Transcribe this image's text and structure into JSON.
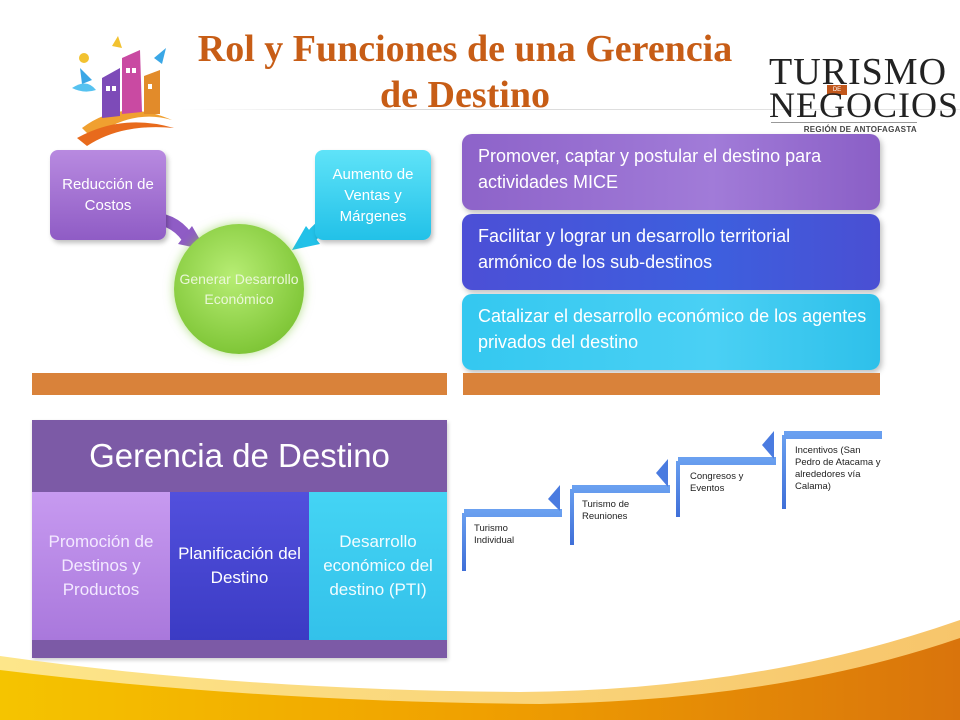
{
  "header": {
    "title_line1": "Rol y Funciones de una Gerencia",
    "title_line2": "de Destino",
    "brand_word1": "TURISMO",
    "brand_de": "DE",
    "brand_word2": "NEGOCIOS",
    "brand_region": "REGIÓN DE ANTOFAGASTA"
  },
  "cycle": {
    "left_box": "Reducción de Costos",
    "center": "Generar Desarrollo Económico",
    "right_box": "Aumento de Ventas y Márgenes"
  },
  "banners": [
    "Promover, captar y postular el destino para actividades MICE",
    "Facilitar y lograr un desarrollo territorial armónico de los sub-destinos",
    "Catalizar el desarrollo económico de los agentes privados del destino"
  ],
  "structure": {
    "head": "Gerencia de Destino",
    "columns": [
      "Promoción de Destinos y Productos",
      "Planificación del Destino",
      "Desarrollo económico del destino (PTI)"
    ]
  },
  "steps": [
    "Turismo Individual",
    "Turismo de Reuniones",
    "Congresos y Eventos",
    "Incentivos (San Pedro de Atacama y alrededores vía Calama)"
  ],
  "colors": {
    "title": "#c75d16",
    "orange_bar": "#d9823a",
    "purple": "#8d63c9",
    "blue": "#4c4fd6",
    "cyan": "#34c8f0",
    "green": "#82c83a",
    "step_blue": "#4a7be0"
  }
}
